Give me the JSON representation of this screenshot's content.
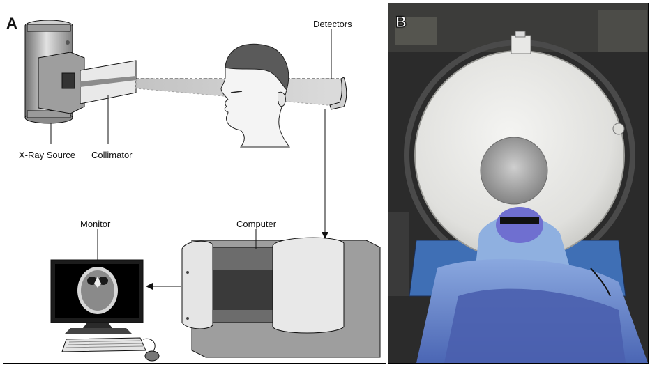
{
  "panels": {
    "a": {
      "letter": "A",
      "labels": {
        "detectors": "Detectors",
        "xray_source": "X-Ray Source",
        "collimator": "Collimator",
        "monitor": "Monitor",
        "computer": "Computer"
      }
    },
    "b": {
      "letter": "B"
    }
  },
  "colors": {
    "line": "#111111",
    "metal_light": "#d9d9d9",
    "metal_dark": "#7a7a7a",
    "gantry_white": "#e7e7e5",
    "drape_blue": "#5a76c4",
    "gown_blue": "#8fb0e0",
    "base_blue": "#3f6fb5"
  }
}
